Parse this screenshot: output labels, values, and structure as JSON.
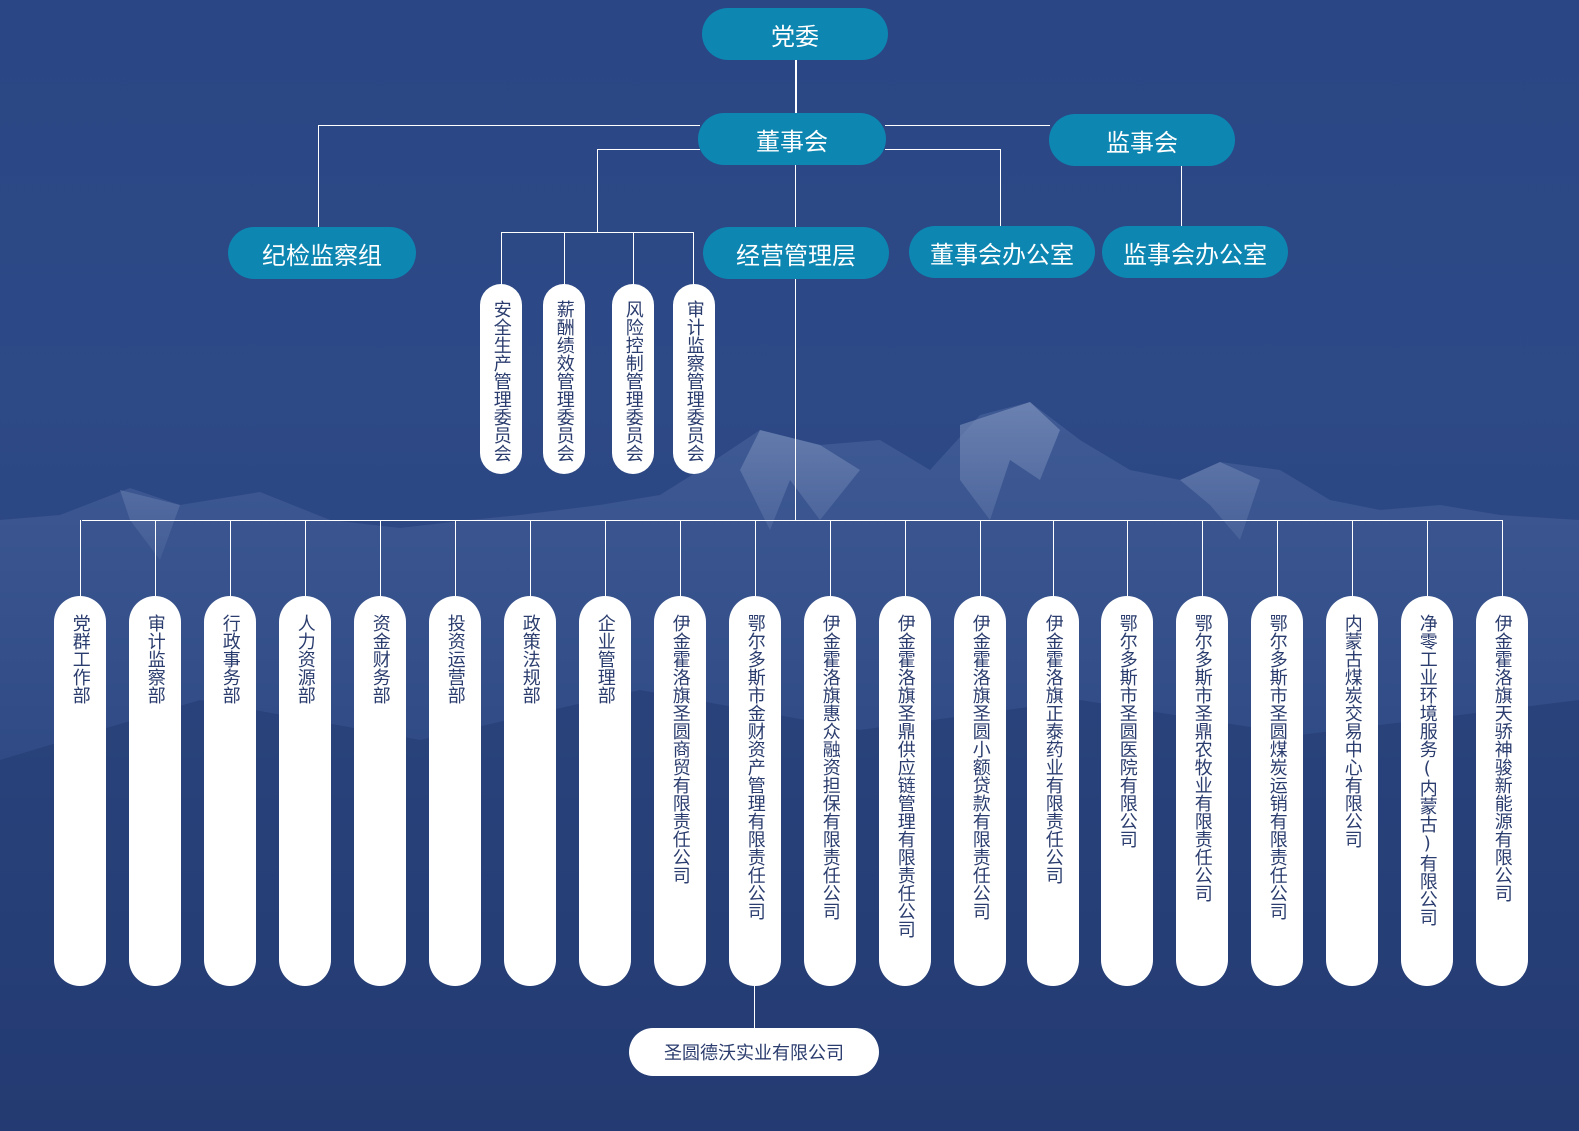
{
  "top": {
    "party": "党委",
    "board": "董事会",
    "supervisors": "监事会"
  },
  "second": {
    "discipline": "纪检监察组",
    "management": "经营管理层",
    "board_office": "董事会办公室",
    "supervisors_office": "监事会办公室"
  },
  "committees": [
    "安全生产管理委员会",
    "薪酬绩效管理委员会",
    "风险控制管理委员会",
    "审计监察管理委员会"
  ],
  "units": [
    "党群工作部",
    "审计监察部",
    "行政事务部",
    "人力资源部",
    "资金财务部",
    "投资运营部",
    "政策法规部",
    "企业管理部",
    "伊金霍洛旗圣圆商贸有限责任公司",
    "鄂尔多斯市金财资产管理有限责任公司",
    "伊金霍洛旗惠众融资担保有限责任公司",
    "伊金霍洛旗圣鼎供应链管理有限责任公司",
    "伊金霍洛旗圣圆小额贷款有限责任公司",
    "伊金霍洛旗正泰药业有限责任公司",
    "鄂尔多斯市圣圆医院有限公司",
    "鄂尔多斯市圣鼎农牧业有限责任公司",
    "鄂尔多斯市圣圆煤炭运销有限责任公司",
    "内蒙古煤炭交易中心有限公司",
    "净零工业环境服务(内蒙古)有限公司",
    "伊金霍洛旗天骄神骏新能源有限公司"
  ],
  "subsidiary": "圣圆德沃实业有限公司",
  "colors": {
    "pill": "#0d86b2",
    "box": "#ffffff",
    "box_text": "#2b3d6e",
    "connector": "#ffffff"
  }
}
